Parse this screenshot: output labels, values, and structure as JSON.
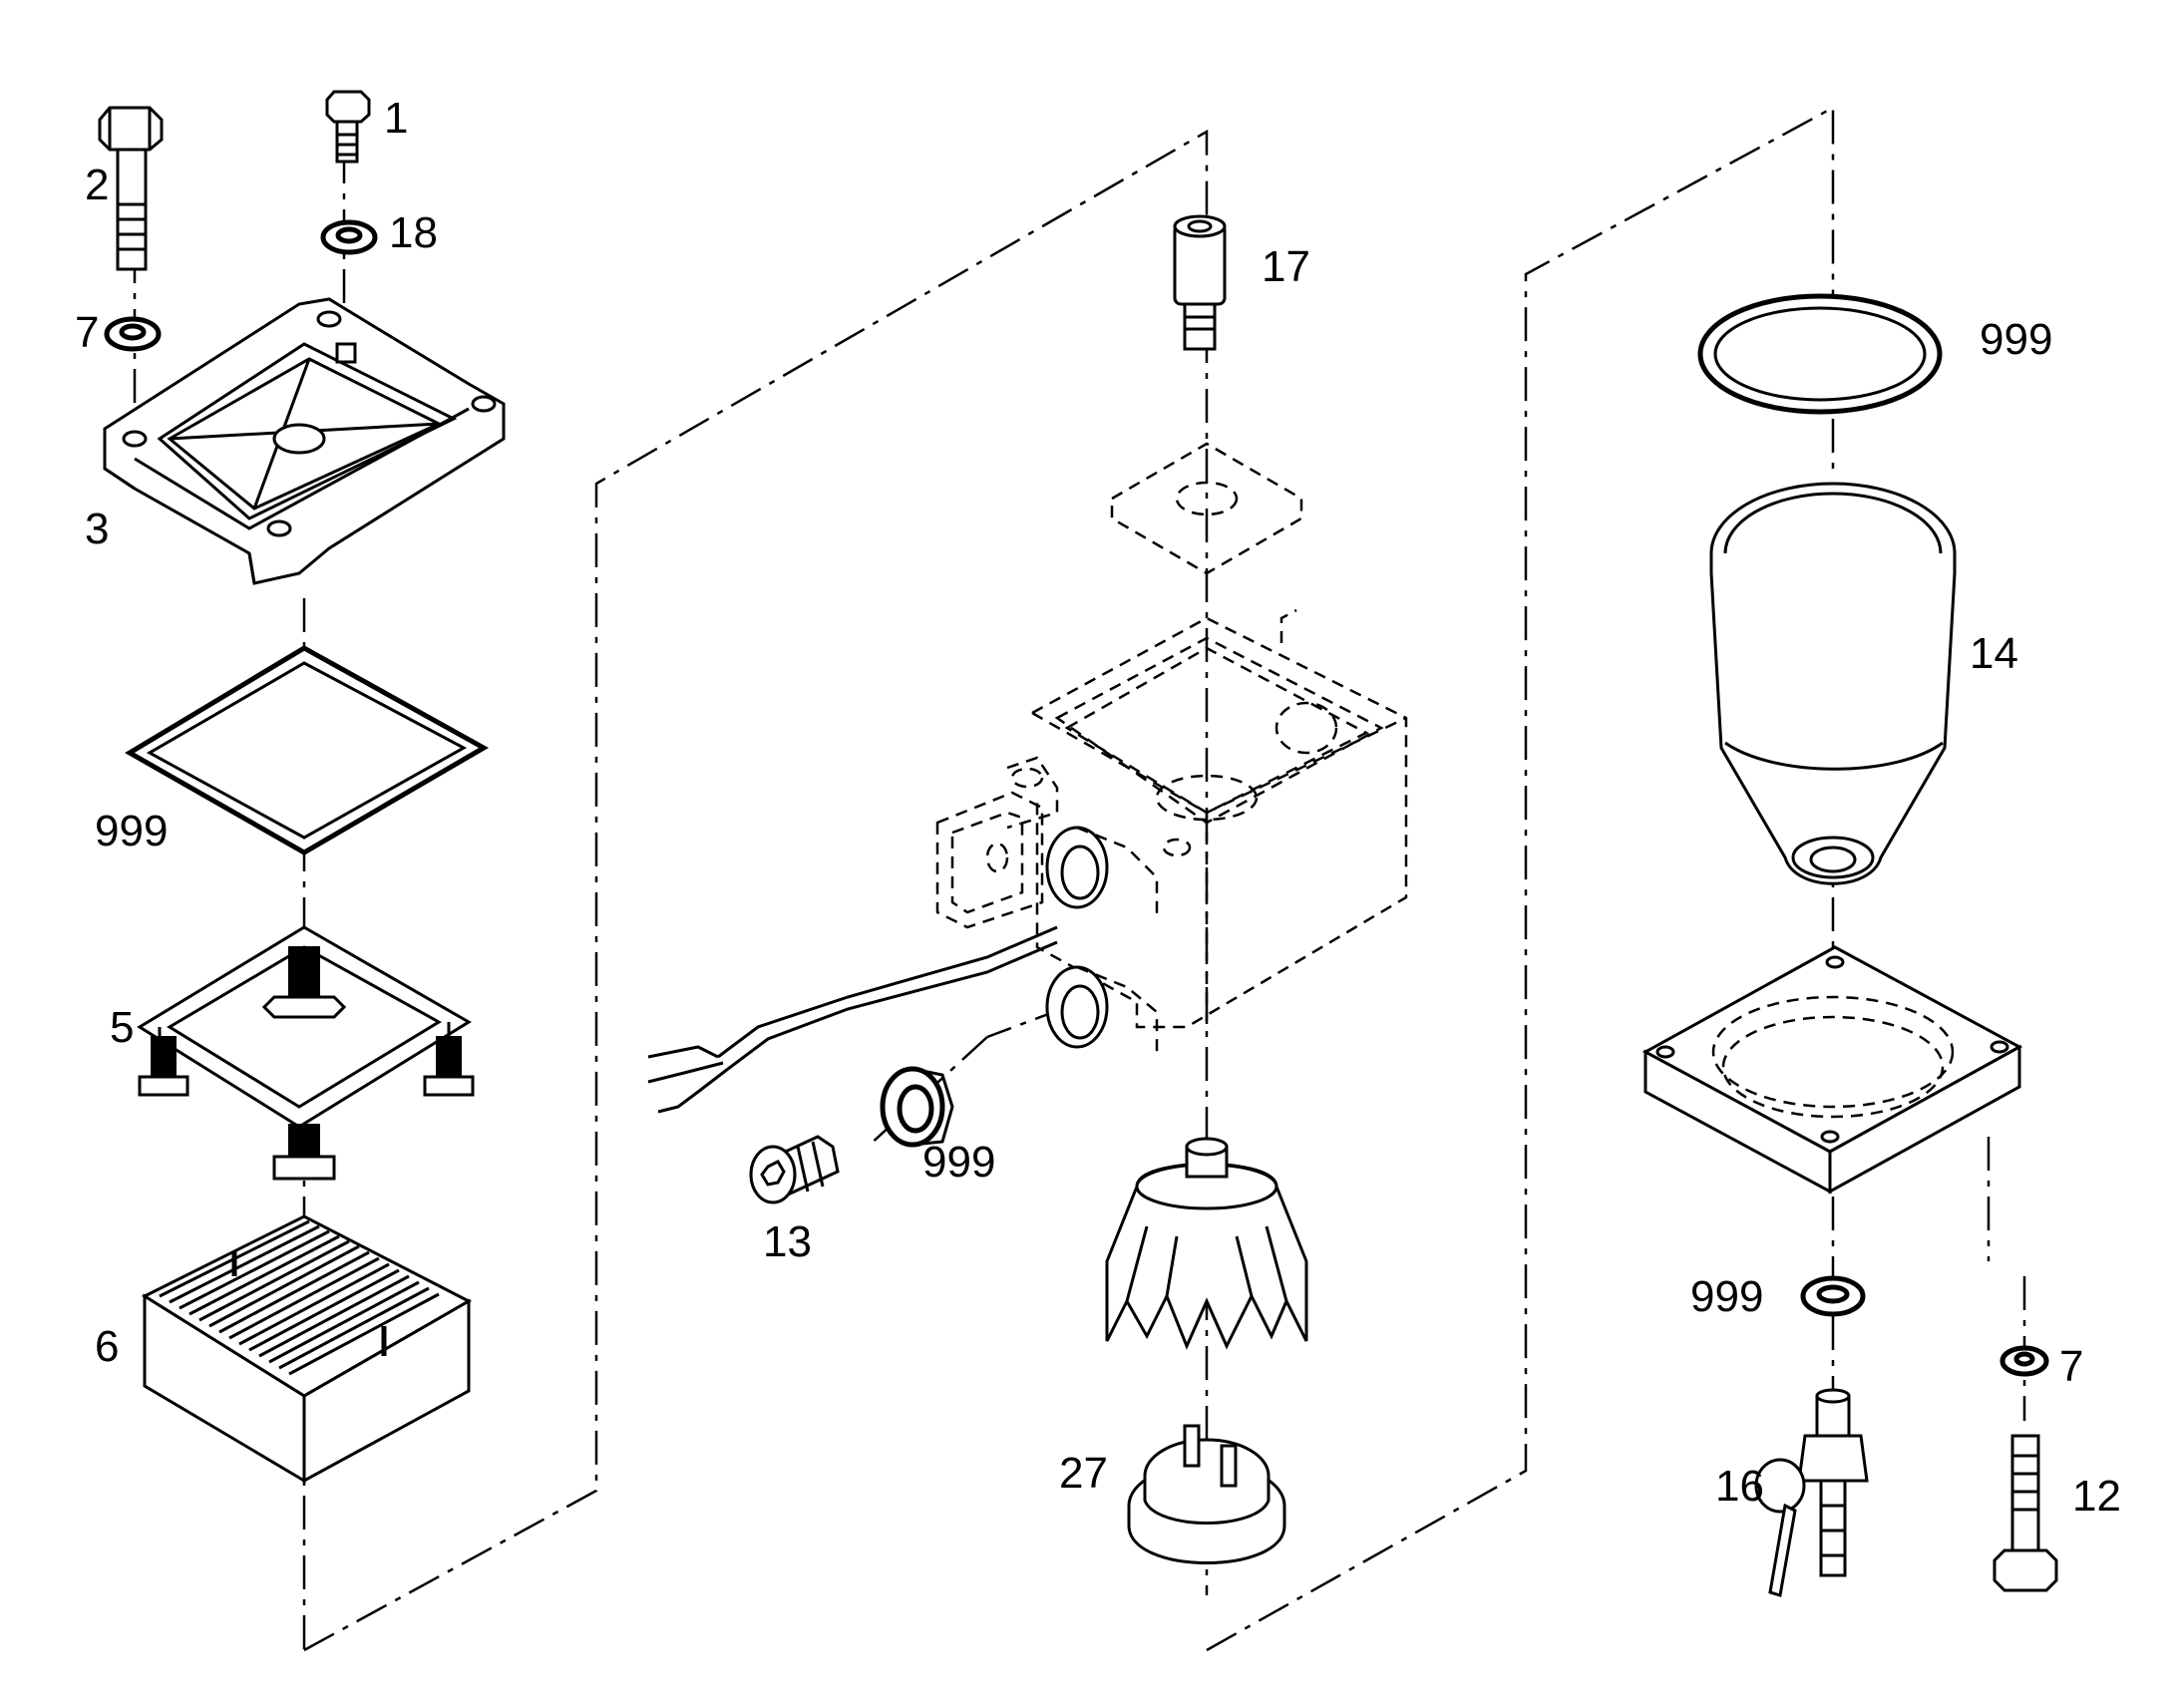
{
  "labels": {
    "p1": "1",
    "p2": "2",
    "p3": "3",
    "p5": "5",
    "p6": "6",
    "p7a": "7",
    "p7b": "7",
    "p12": "12",
    "p13": "13",
    "p14": "14",
    "p16": "16",
    "p17": "17",
    "p18": "18",
    "p27": "27",
    "p999_top": "999",
    "p999_gasket": "999",
    "p999_plug": "999",
    "p999_drain": "999"
  }
}
